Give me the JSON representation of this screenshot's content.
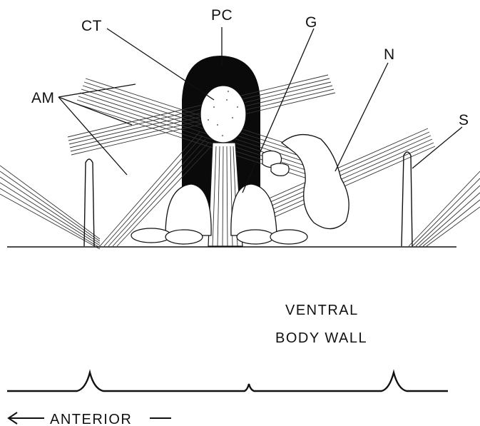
{
  "labels": {
    "pc": "PC",
    "ct": "CT",
    "g": "G",
    "n": "N",
    "am": "AM",
    "s": "S"
  },
  "body_wall_label": [
    "VENTRAL",
    "BODY WALL"
  ],
  "direction_label": "ANTERIOR",
  "colors": {
    "ink": "#111111",
    "paper": "#ffffff"
  }
}
